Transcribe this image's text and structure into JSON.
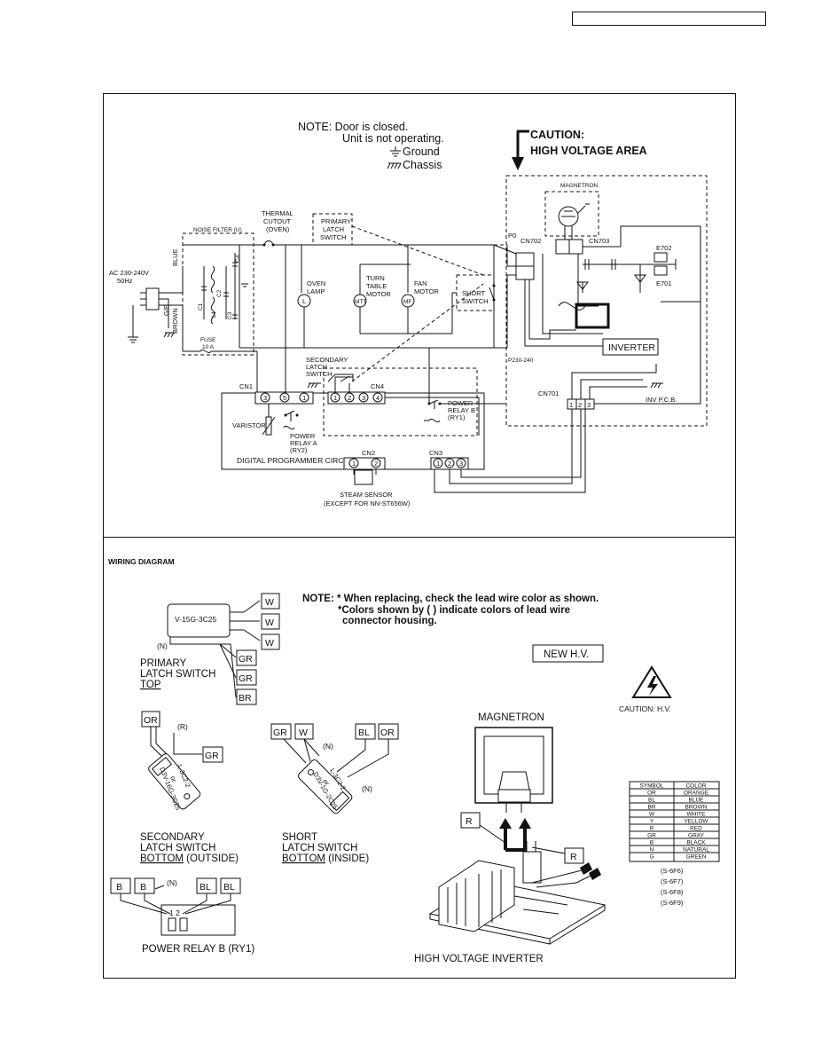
{
  "schematic": {
    "note": {
      "line1": "NOTE:  Door is closed.",
      "line2": "Unit is not operating.",
      "ground": "Ground",
      "chassis": "Chassis"
    },
    "caution": {
      "line1": "CAUTION:",
      "line2": "HIGH VOLTAGE AREA"
    },
    "noise_filter": "NOISE FILTER (U)",
    "ac_source": {
      "line1": "AC 230-240V",
      "line2": "50Hz"
    },
    "wires": {
      "blue": "BLUE",
      "gb": "G/B",
      "brown": "BROWN"
    },
    "fuse": {
      "line1": "FUSE",
      "line2": "10 A"
    },
    "caps": {
      "c1": "C1",
      "c2": "C2",
      "c3": "C3",
      "c4": "C4",
      "l1": "L1"
    },
    "thermal": {
      "line1": "THERMAL",
      "line2": "CUTOUT",
      "line3": "(OVEN)"
    },
    "primary_switch": {
      "line1": "PRIMARY",
      "line2": "LATCH",
      "line3": "SWITCH"
    },
    "oven_lamp": {
      "line1": "OVEN",
      "line2": "LAMP",
      "symbol": "L"
    },
    "turntable_motor": {
      "line1": "TURN",
      "line2": "TABLE",
      "line3": "MOTOR",
      "symbol": "MTT"
    },
    "fan_motor": {
      "line1": "FAN",
      "line2": "MOTOR",
      "symbol": "MF"
    },
    "short_switch": {
      "line1": "SHORT",
      "line2": "SWITCH"
    },
    "secondary_switch": {
      "line1": "SECONDARY",
      "line2": "LATCH",
      "line3": "SWITCH"
    },
    "magnetron": "MAGNETRON",
    "p0": "P0",
    "cn702": "CN702",
    "cn703": "CN703",
    "e702": "E702",
    "e701": "E701",
    "inverter": "INVERTER",
    "p230": "P230-240",
    "cn701": "CN701",
    "inv_pcb": "INV P.C.B.",
    "cn701_pins": [
      "1",
      "2",
      "3"
    ],
    "cn1": "CN1",
    "cn1_pins": [
      "3",
      "5",
      "1"
    ],
    "cn4": "CN4",
    "cn4_pins": [
      "1",
      "2",
      "3",
      "4"
    ],
    "relay_b": {
      "line1": "POWER",
      "line2": "RELAY B",
      "line3": "(RY1)"
    },
    "varistor": "VARISTOR",
    "relay_a": {
      "line1": "POWER",
      "line2": "RELAY A",
      "line3": "(RY2)"
    },
    "digital_circuit": "DIGITAL PROGRAMMER CIRCUIT",
    "cn2": "CN2",
    "cn2_pins": [
      "1",
      "2"
    ],
    "cn3": "CN3",
    "cn3_pins": [
      "1",
      "2",
      "3"
    ],
    "steam_sensor": {
      "line1": "STEAM SENSOR",
      "line2": "(EXCEPT FOR NN-ST656W)"
    }
  },
  "wiring": {
    "title": "WIRING DIAGRAM",
    "note": {
      "line1": "NOTE:  * When replacing, check the lead wire color as shown.",
      "line2": "*Colors shown by ( ) indicate colors of lead wire",
      "line3": "connector housing."
    },
    "primary": {
      "model": "V-15G-3C25",
      "housing": "(N)",
      "tags": [
        "W",
        "W",
        "W",
        "GR",
        "GR",
        "BR"
      ],
      "label1": "PRIMARY",
      "label2": "LATCH SWITCH",
      "label3": "TOP"
    },
    "new_hv": "NEW H.V.",
    "caution_hv": "CAUTION: H.V.",
    "secondary": {
      "tag_top": "OR",
      "housing": "(R)",
      "tag_right": "GR",
      "model1": "L-3C2-2",
      "model_or": "or",
      "model2": "D3V-16G-3C25",
      "label1": "SECONDARY",
      "label2": "LATCH SWITCH",
      "label3": "BOTTOM",
      "label3b": " (OUTSIDE)"
    },
    "short": {
      "tags": [
        "GR",
        "W",
        "BL",
        "OR"
      ],
      "housing_top": "(N)",
      "housing_bottom": "(N)",
      "model1": "L-3C2-2",
      "model_or": "or",
      "model2": "D3V-1G-2C25",
      "label1": "SHORT",
      "label2": "LATCH SWITCH",
      "label3": "BOTTOM",
      "label3b": " (INSIDE)"
    },
    "magnetron": "MAGNETRON",
    "magnetron_tags": [
      "R",
      "R"
    ],
    "inverter_label": "HIGH VOLTAGE INVERTER",
    "relay_b": {
      "tags": [
        "B",
        "B",
        "BL",
        "BL"
      ],
      "housing": "(N)",
      "pins": "1  2",
      "label": "POWER RELAY B (RY1)"
    },
    "color_table": {
      "headers": [
        "SYMBOL",
        "COLOR"
      ],
      "rows": [
        [
          "OR",
          "ORANGE"
        ],
        [
          "BL",
          "BLUE"
        ],
        [
          "BR",
          "BROWN"
        ],
        [
          "W",
          "WHITE"
        ],
        [
          "Y",
          "YELLOW"
        ],
        [
          "R",
          "RED"
        ],
        [
          "GR",
          "GRAY"
        ],
        [
          "B",
          "BLACK"
        ],
        [
          "N",
          "NATURAL"
        ],
        [
          "G",
          "GREEN"
        ]
      ]
    },
    "models": [
      "(S-6F6)",
      "(S-6F7)",
      "(S-6F8)",
      "(S-6F9)"
    ]
  }
}
